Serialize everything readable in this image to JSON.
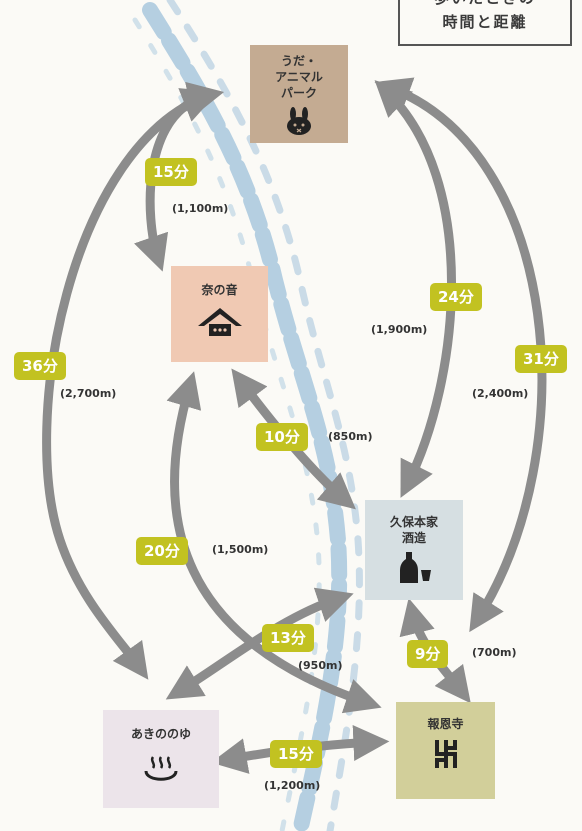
{
  "header": {
    "line1": "歩いたときの",
    "line2": "時間と距離"
  },
  "places": {
    "uda_animal_park": {
      "label": "うだ・\nアニマル\nパーク",
      "color": "#c4ab92",
      "icon": "rabbit-icon"
    },
    "nanone": {
      "label": "奈の音",
      "color": "#f0c9b3",
      "icon": "thatched-roof-icon"
    },
    "kubo_honke": {
      "label": "久保本家\n酒造",
      "color": "#d6dfe2",
      "icon": "sake-bottle-icon"
    },
    "akinonoyu": {
      "label": "あきののゆ",
      "color": "#ece4ea",
      "icon": "hot-spring-icon"
    },
    "hoonji": {
      "label": "報恩寺",
      "color": "#d2cf9a",
      "icon": "manji-temple-icon"
    }
  },
  "routes": [
    {
      "time": "15分",
      "distance": "(1,100m)"
    },
    {
      "time": "24分",
      "distance": "(1,900m)"
    },
    {
      "time": "36分",
      "distance": "(2,700m)"
    },
    {
      "time": "31分",
      "distance": "(2,400m)"
    },
    {
      "time": "10分",
      "distance": "(850m)"
    },
    {
      "time": "20分",
      "distance": "(1,500m)"
    },
    {
      "time": "13分",
      "distance": "(950m)"
    },
    {
      "time": "9分",
      "distance": "(700m)"
    },
    {
      "time": "15分",
      "distance": "(1,200m)"
    }
  ],
  "colors": {
    "badge": "#c2c221",
    "arrow": "#8c8c8c",
    "river": "#a9c8de"
  }
}
